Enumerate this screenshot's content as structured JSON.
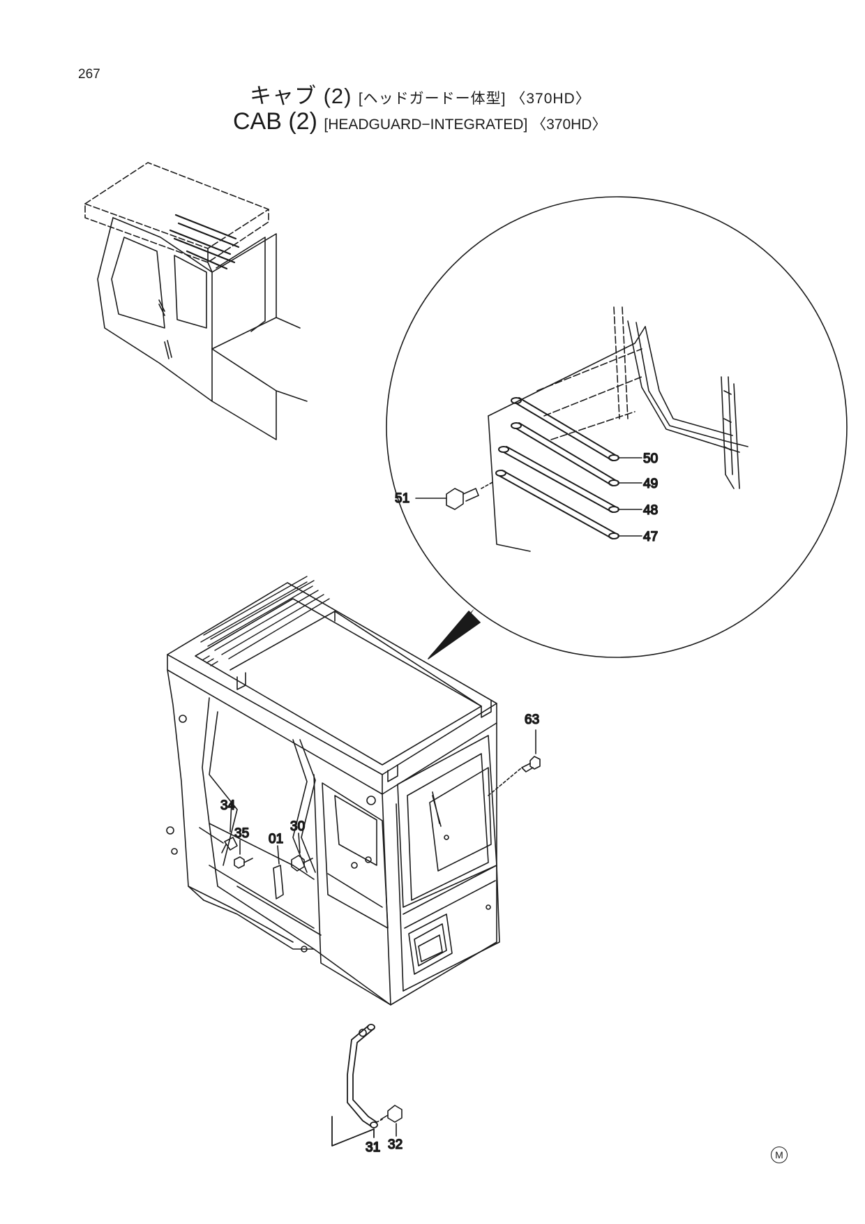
{
  "page_number": "267",
  "title_jp": {
    "main": "キャブ (2)",
    "sub": "[ヘッドガードー体型] 〈370HD〉"
  },
  "title_en": {
    "main": "CAB (2)",
    "sub": "[HEADGUARD−INTEGRATED] 〈370HD〉"
  },
  "callouts": {
    "p47": "47",
    "p48": "48",
    "p49": "49",
    "p50": "50",
    "p51": "51",
    "p63": "63",
    "p34": "34",
    "p35": "35",
    "p01": "01",
    "p30": "30",
    "p31": "31",
    "p32": "32"
  },
  "corner_mark": "M"
}
